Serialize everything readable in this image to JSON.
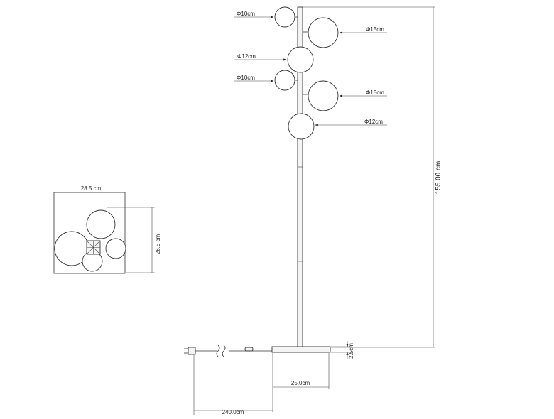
{
  "labels": {
    "globe_1": "Φ10cm",
    "globe_2": "Φ15cm",
    "globe_3": "Φ12cm",
    "globe_4": "Φ10cm",
    "globe_5": "Φ15cm",
    "globe_6": "Φ12cm",
    "total_height": "155.00 cm",
    "top_width": "28.5 cm",
    "top_depth": "26.5 cm",
    "base_thickness": "2.5cm",
    "base_width": "25.0cm",
    "cable_length": "240.0cm"
  }
}
